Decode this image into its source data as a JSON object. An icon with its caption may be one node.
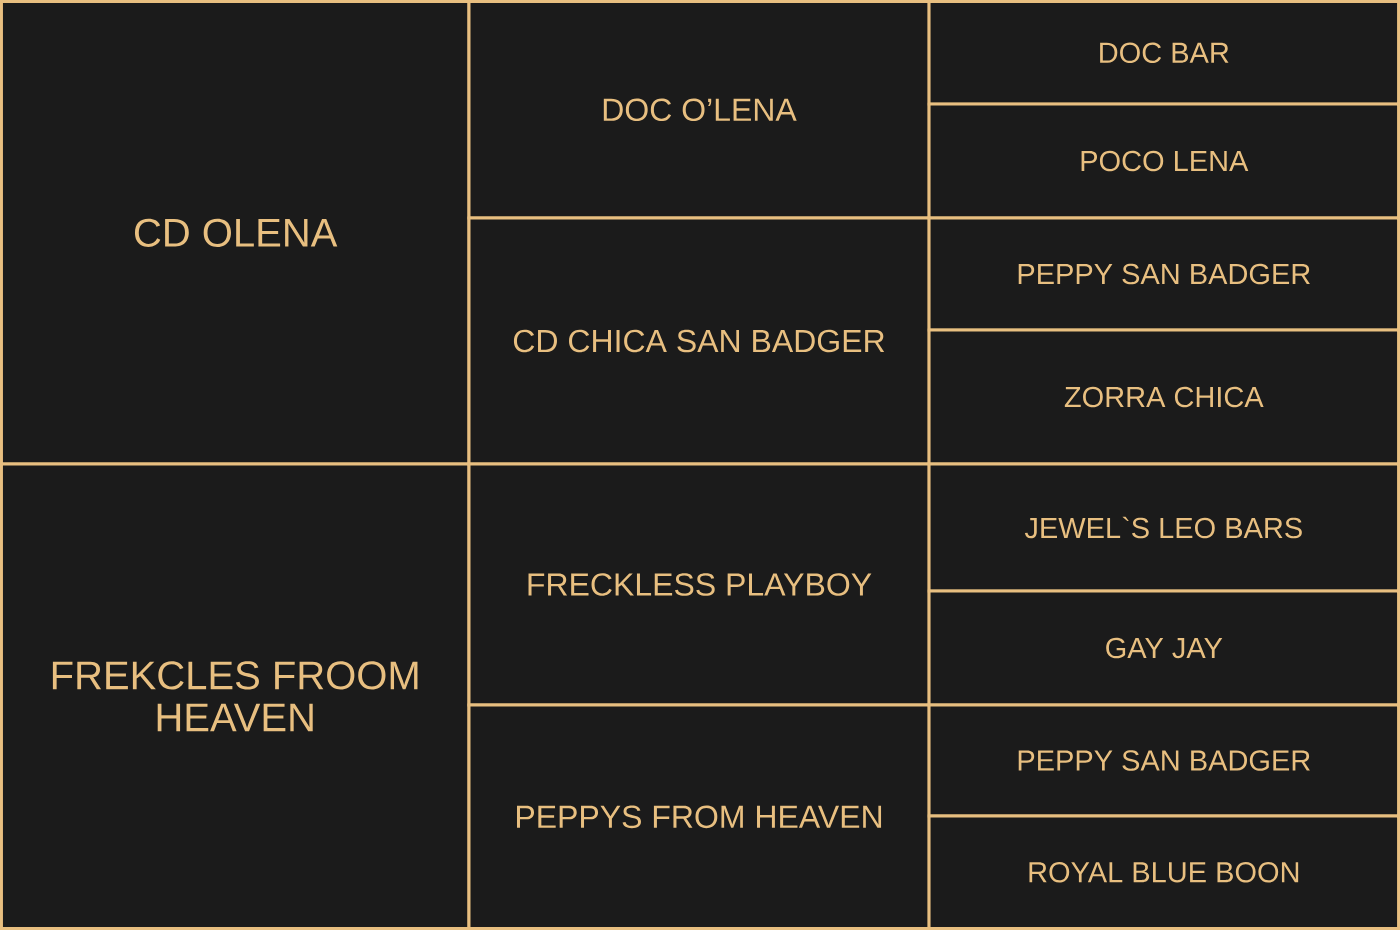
{
  "diagram": {
    "nodes": [
      {
        "text": [
          "CD OLENA"
        ]
      },
      {
        "text": [
          "FREKCLES FROOM HEAVEN"
        ]
      },
      {
        "text": [
          "DOC O’LENA"
        ]
      },
      {
        "text": [
          "CD CHICA SAN BADGER"
        ]
      },
      {
        "text": [
          "FRECKLESS PLAYBOY"
        ]
      },
      {
        "text": [
          "PEPPYS FROM HEAVEN"
        ]
      },
      {
        "text": [
          "DOC BAR"
        ]
      },
      {
        "text": [
          "POCO LENA"
        ]
      },
      {
        "text": [
          "PEPPY SAN BADGER"
        ]
      },
      {
        "text": [
          "ZORRA CHICA"
        ]
      },
      {
        "text": [
          "JEWEL`S LEO BARS"
        ]
      },
      {
        "text": [
          "GAY JAY"
        ]
      },
      {
        "text": [
          "PEPPY SAN BADGER"
        ]
      },
      {
        "text": [
          "ROYAL BLUE BOON"
        ]
      }
    ]
  }
}
